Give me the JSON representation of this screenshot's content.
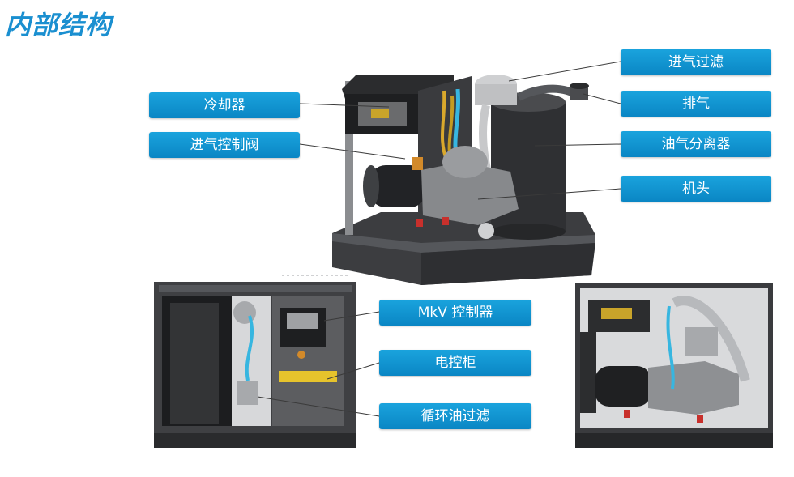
{
  "title": "内部结构",
  "colors": {
    "title": "#1a8fd0",
    "label_bg": "#0a8fcc",
    "label_text": "#ffffff"
  },
  "labels": {
    "cooler": "冷却器",
    "intake_valve": "进气控制阀",
    "intake_filter": "进气过滤",
    "exhaust": "排气",
    "oil_separator": "油气分离器",
    "airend": "机头",
    "controller": "MkV 控制器",
    "control_cabinet": "电控柜",
    "oil_filter": "循环油过滤"
  }
}
